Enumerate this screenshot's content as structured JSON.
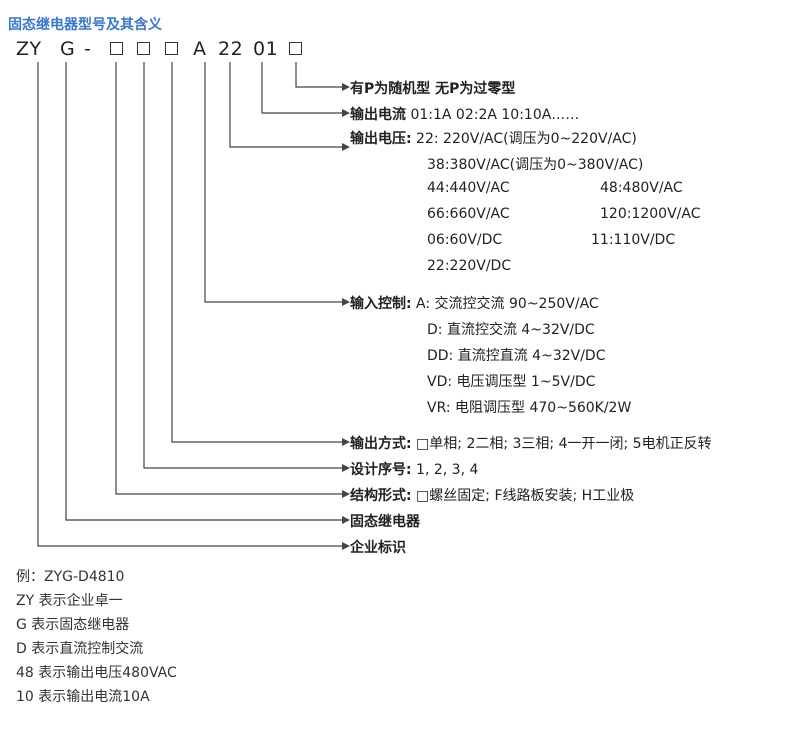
{
  "title": "固态继电器型号及其含义",
  "code": {
    "zy": "ZY",
    "g": "G",
    "dash": "-",
    "a": "A",
    "n22": "22",
    "n01": "01"
  },
  "lines": {
    "l1": {
      "label": "有P为随机型  无P为过零型",
      "value": ""
    },
    "l2": {
      "label": "输出电流",
      "value": " 01:1A  02:2A  10:10A……"
    },
    "l3": {
      "label": "输出电压:",
      "value": " 22: 220V/AC(调压为0~220V/AC)"
    },
    "l3b": "38:380V/AC(调压为0~380V/AC)",
    "v44": "44:440V/AC",
    "v48": "48:480V/AC",
    "v66": "66:660V/AC",
    "v120": "120:1200V/AC",
    "v06": "06:60V/DC",
    "v11": "11:110V/DC",
    "v22": "22:220V/DC",
    "l4": {
      "label": "输入控制:",
      "value": " A: 交流控交流 90~250V/AC"
    },
    "c_d": "D: 直流控交流 4~32V/DC",
    "c_dd": "DD: 直流控直流 4~32V/DC",
    "c_vd": "VD: 电压调压型 1~5V/DC",
    "c_vr": "VR: 电阻调压型 470~560K/2W",
    "l5": {
      "label": "输出方式:",
      "value": " □单相; 2二相; 3三相; 4一开一闭; 5电机正反转"
    },
    "l6": {
      "label": "设计序号:",
      "value": " 1, 2, 3, 4"
    },
    "l7": {
      "label": "结构形式:",
      "value": " □螺丝固定; F线路板安装; H工业极"
    },
    "l8": {
      "label": "固态继电器",
      "value": ""
    },
    "l9": {
      "label": "企业标识",
      "value": ""
    }
  },
  "example": [
    "例：ZYG-D4810",
    "ZY 表示企业卓一",
    "G  表示固态继电器",
    "D  表示直流控制交流",
    "48 表示输出电压480VAC",
    "10 表示输出电流10A"
  ]
}
